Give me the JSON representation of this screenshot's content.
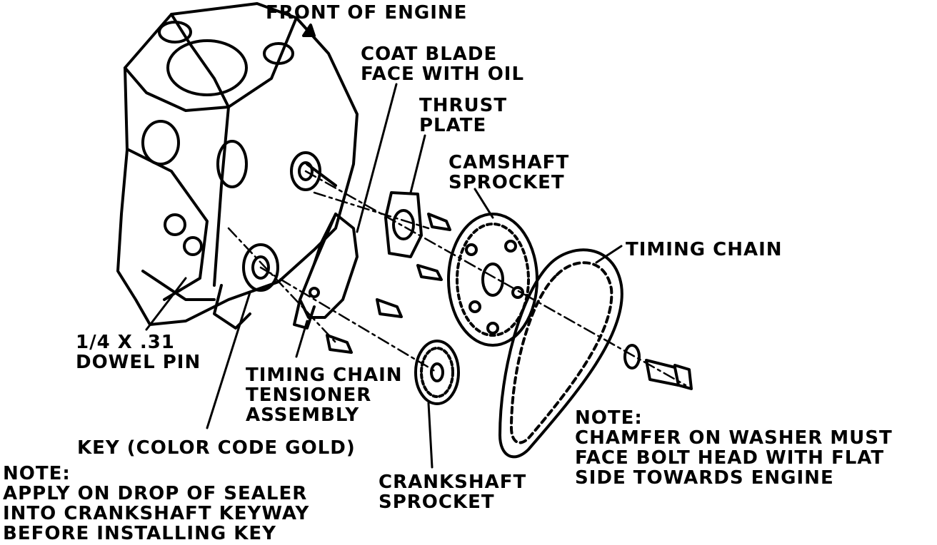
{
  "labels": {
    "front_of_engine": "FRONT OF ENGINE",
    "coat_blade": "COAT BLADE\nFACE WITH OIL",
    "thrust_plate": "THRUST\nPLATE",
    "camshaft_sprocket": "CAMSHAFT\nSPROCKET",
    "timing_chain": "TIMING CHAIN",
    "dowel_pin": "1/4 X .31\nDOWEL PIN",
    "tensioner": "TIMING CHAIN\nTENSIONER\nASSEMBLY",
    "key": "KEY (COLOR CODE GOLD)",
    "note_left": "NOTE:\nAPPLY ON DROP OF SEALER\nINTO CRANKSHAFT KEYWAY\nBEFORE INSTALLING KEY",
    "crankshaft_sprocket": "CRANKSHAFT\nSPROCKET",
    "note_right": "NOTE:\nCHAMFER ON WASHER MUST\nFACE BOLT HEAD WITH FLAT\nSIDE TOWARDS ENGINE"
  },
  "colors": {
    "ink": "#000000",
    "paper": "#ffffff"
  }
}
